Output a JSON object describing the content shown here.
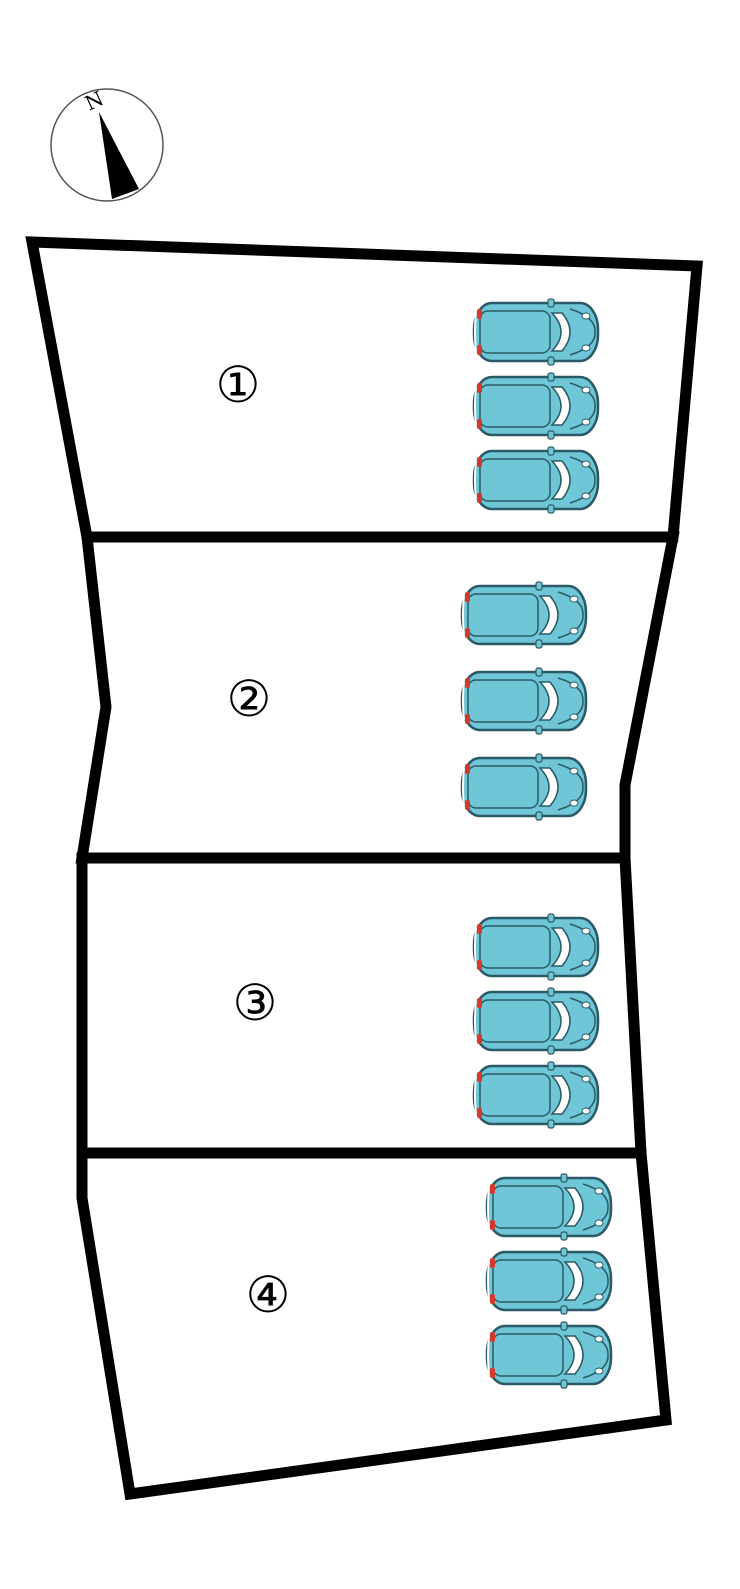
{
  "compass": {
    "letter": "N",
    "icon": "north-arrow-icon"
  },
  "lots": [
    {
      "id": "lot-1",
      "label": "①",
      "parking_spaces": 3,
      "car_color": "#6ec6d6"
    },
    {
      "id": "lot-2",
      "label": "②",
      "parking_spaces": 3,
      "car_color": "#6ec6d6"
    },
    {
      "id": "lot-3",
      "label": "③",
      "parking_spaces": 3,
      "car_color": "#6ec6d6"
    },
    {
      "id": "lot-4",
      "label": "④",
      "parking_spaces": 3,
      "car_color": "#6ec6d6"
    }
  ],
  "colors": {
    "boundary": "#000000",
    "car_body": "#6ec6d6",
    "car_glass": "#ffffff",
    "tail_light": "#d33a2c"
  }
}
